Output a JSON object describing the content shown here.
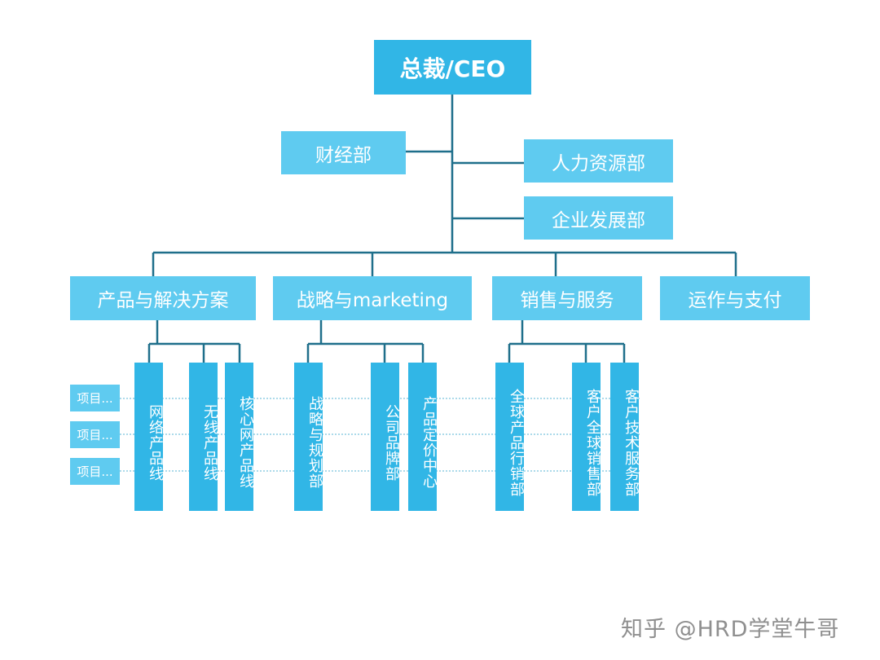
{
  "org": {
    "ceo": "总裁/CEO",
    "finance": "财经部",
    "hr": "人力资源部",
    "bizdev": "企业发展部",
    "divisions": {
      "product": "产品与解决方案",
      "strategy": "战略与marketing",
      "sales": "销售与服务",
      "ops": "运作与支付"
    },
    "product_units": [
      "网络产品线",
      "无线产品线",
      "核心网产品线"
    ],
    "strategy_units": [
      "战略与规划部",
      "公司品牌部",
      "产品定价中心"
    ],
    "sales_units": [
      "全球产品行销部",
      "客户全球销售部",
      "客户技术服务部"
    ],
    "projects": [
      "项目...",
      "项目...",
      "项目..."
    ]
  },
  "colors": {
    "primary": "#31b6e6",
    "secondary": "#5fcbf0",
    "connector": "#1f6f8b",
    "dotted": "#58b4d6"
  },
  "watermark": "知乎 @HRD学堂牛哥"
}
